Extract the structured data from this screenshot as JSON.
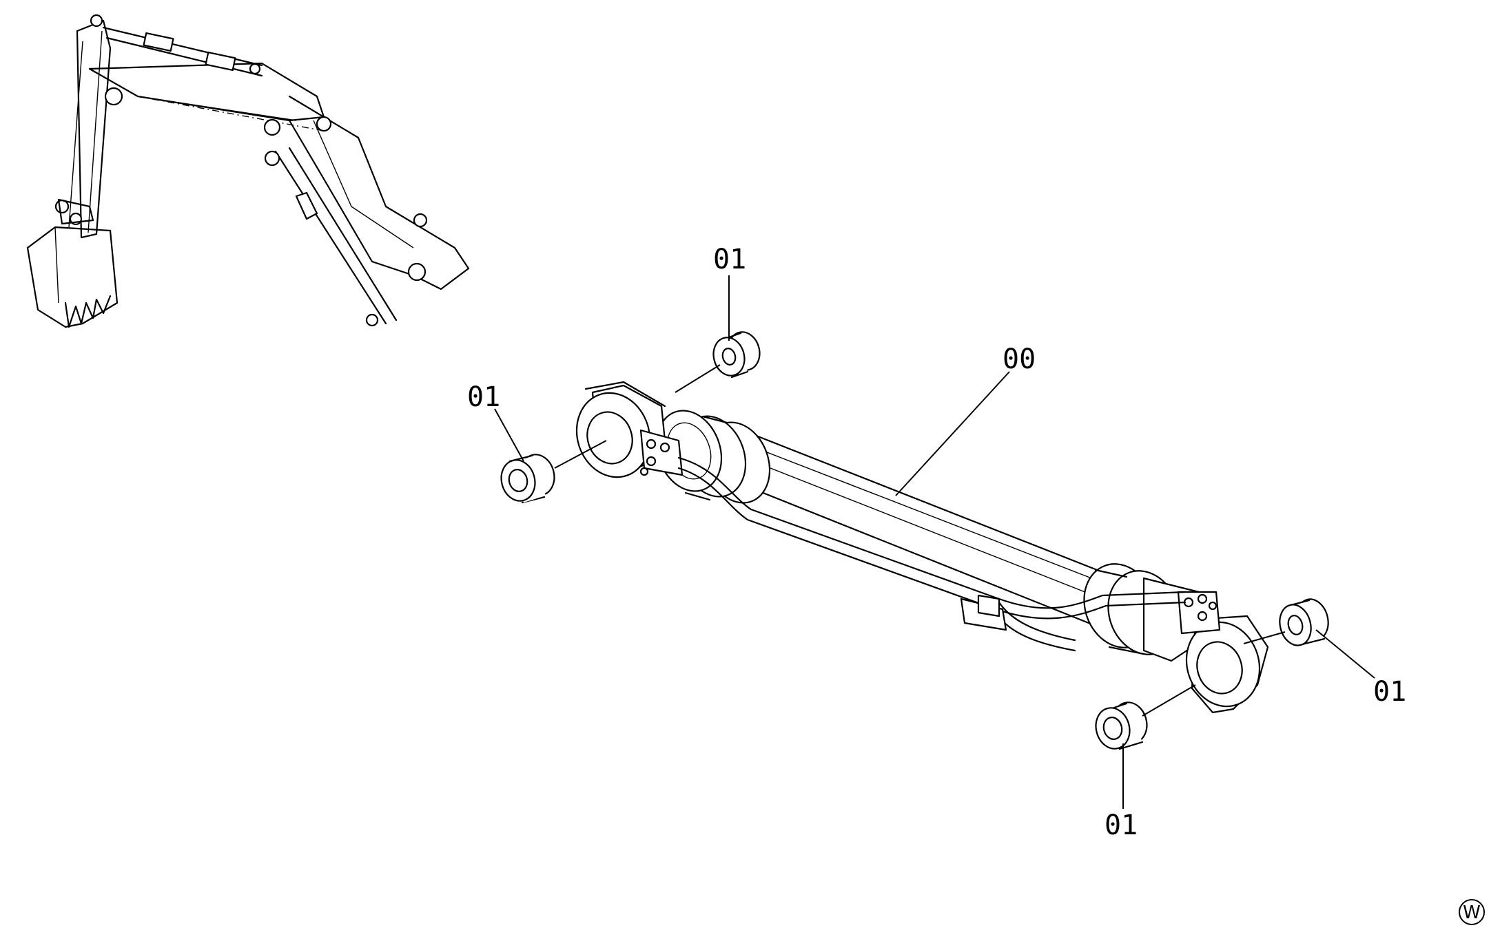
{
  "callouts": {
    "cylinder_assembly": "00",
    "bushing_top": "01",
    "bushing_left": "01",
    "bushing_right": "01",
    "bushing_bottom": "01"
  },
  "corner_mark": "W",
  "icons": {
    "overview": "excavator-front-attachment",
    "main_part": "hydraulic-cylinder",
    "bushing": "bushing-ring"
  }
}
